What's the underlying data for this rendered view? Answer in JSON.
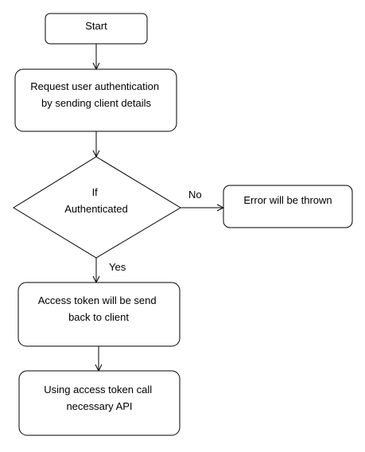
{
  "diagram": {
    "nodes": {
      "start": {
        "lines": [
          "Start"
        ]
      },
      "request": {
        "lines": [
          "Request user authentication",
          "by sending client details"
        ]
      },
      "decision": {
        "lines": [
          "If",
          "Authenticated"
        ]
      },
      "error": {
        "lines": [
          "Error will be thrown"
        ]
      },
      "token": {
        "lines": [
          "Access token will be send",
          "back to client"
        ]
      },
      "call_api": {
        "lines": [
          "Using access token call",
          "necessary API"
        ]
      }
    },
    "edges": {
      "no_label": "No",
      "yes_label": "Yes"
    },
    "colors": {
      "stroke": "#000000",
      "fill": "#ffffff",
      "text": "#000000"
    }
  }
}
